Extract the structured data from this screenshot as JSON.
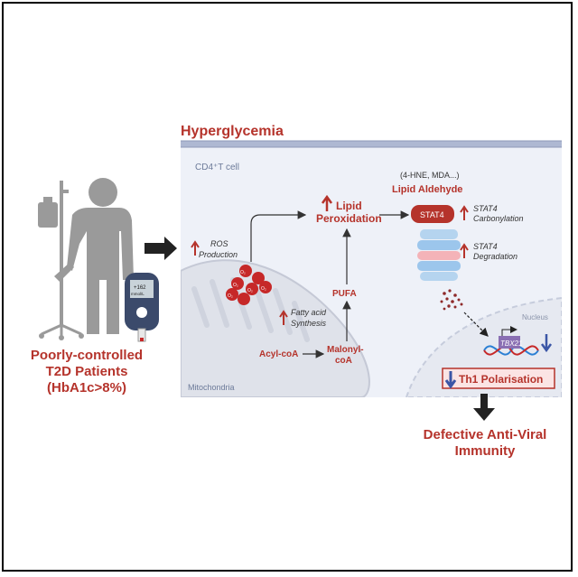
{
  "title": "Hyperglycemia",
  "cell_label": "CD4⁺T cell",
  "mito_label": "Mitochondria",
  "nucleus_label": "Nucleus",
  "patient": {
    "line1": "Poorly-controlled",
    "line2": "T2D Patients",
    "line3": "(HbA1c>8%)",
    "meter_value": "+162",
    "meter_unit": "mmol/L"
  },
  "pathway": {
    "ros_line1": "ROS",
    "ros_line2": "Production",
    "lipid_line1": "Lipid",
    "lipid_line2": "Peroxidation",
    "aldehyde_sub": "(4-HNE, MDA...)",
    "aldehyde_title": "Lipid Aldehyde",
    "stat4_box": "STAT4",
    "carb_line1": "STAT4",
    "carb_line2": "Carbonylation",
    "deg_line1": "STAT4",
    "deg_line2": "Degradation",
    "pufa": "PUFA",
    "fatty_line1": "Fatty acid",
    "fatty_line2": "Synthesis",
    "acyl": "Acyl-coA",
    "malonyl_line1": "Malonyl-",
    "malonyl_line2": "coA",
    "tbx21": "TBX21",
    "o2": "O₂"
  },
  "th1": "Th1 Polarisation",
  "outcome_line1": "Defective Anti-Viral",
  "outcome_line2": "Immunity",
  "colors": {
    "red": "#b5332b",
    "cell_bg": "#eef1f8",
    "membrane": "#aeb8d2",
    "gray_person": "#9a9a9a"
  }
}
